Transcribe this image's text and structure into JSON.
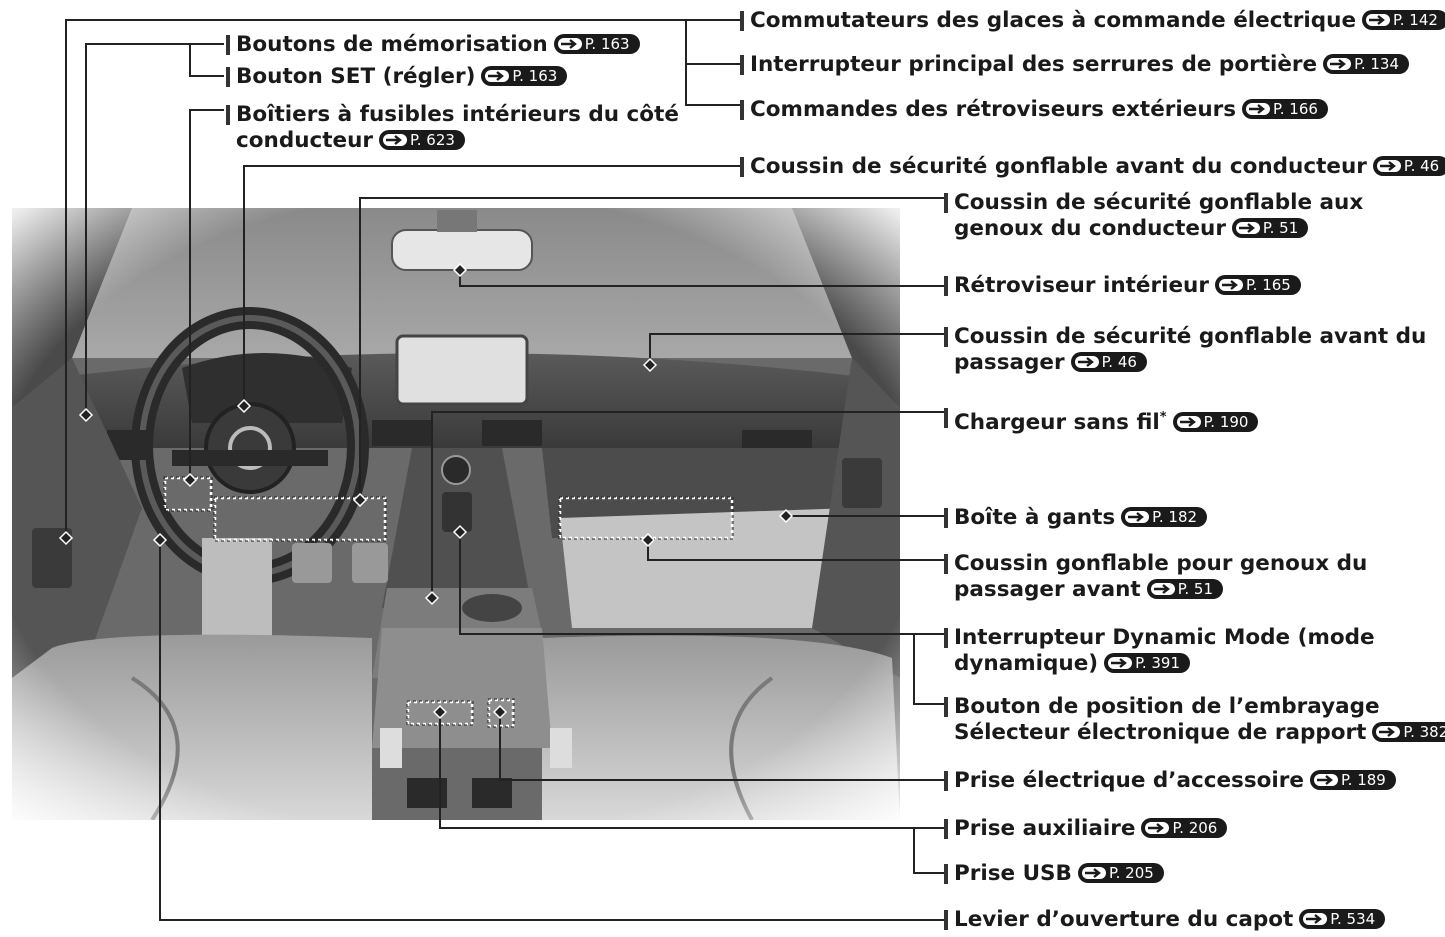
{
  "callouts": [
    {
      "id": "c1",
      "text": "Commutateurs des glaces à commande électrique",
      "page": "P. 142"
    },
    {
      "id": "c2",
      "text": "Interrupteur principal des serrures de portière",
      "page": "P. 134"
    },
    {
      "id": "c3",
      "text": "Commandes des rétroviseurs extérieurs",
      "page": "P. 166"
    },
    {
      "id": "c4",
      "text": "Boutons de mémorisation",
      "page": "P. 163"
    },
    {
      "id": "c5",
      "text": "Bouton SET (régler)",
      "page": "P. 163"
    },
    {
      "id": "c6",
      "line1": "Boîtiers à fusibles intérieurs du côté",
      "line2": "conducteur",
      "page": "P. 623"
    },
    {
      "id": "c7",
      "text": "Coussin de sécurité gonflable avant du conducteur",
      "page": "P. 46"
    },
    {
      "id": "c8",
      "line1": "Coussin de sécurité gonflable aux",
      "line2": "genoux du conducteur",
      "page": "P. 51"
    },
    {
      "id": "c9",
      "text": "Rétroviseur intérieur",
      "page": "P. 165"
    },
    {
      "id": "c10",
      "line1": "Coussin de sécurité gonflable avant du",
      "line2": "passager",
      "page": "P. 46"
    },
    {
      "id": "c11",
      "text": "Chargeur sans fil",
      "sup": "*",
      "page": "P. 190"
    },
    {
      "id": "c12",
      "text": "Boîte à gants",
      "page": "P. 182"
    },
    {
      "id": "c13",
      "line1": "Coussin gonflable pour genoux du",
      "line2": "passager avant",
      "page": "P. 51"
    },
    {
      "id": "c14",
      "line1": "Interrupteur Dynamic Mode (mode",
      "line2": "dynamique)",
      "page": "P. 391"
    },
    {
      "id": "c15",
      "line1": "Bouton de position de l’embrayage",
      "line2": "Sélecteur électronique de rapport",
      "page": "P. 382"
    },
    {
      "id": "c16",
      "text": "Prise électrique d’accessoire",
      "page": "P. 189"
    },
    {
      "id": "c17",
      "text": "Prise auxiliaire",
      "page": "P. 206"
    },
    {
      "id": "c18",
      "text": "Prise USB",
      "page": "P. 205"
    },
    {
      "id": "c19",
      "text": "Levier d’ouverture du capot",
      "page": "P. 534"
    }
  ],
  "colors": {
    "photo_dark": "#3c3c3c",
    "photo_mid": "#7a7a7a",
    "photo_light": "#c8c8c8",
    "ink": "#1a1a1a",
    "leader": "#222222"
  }
}
